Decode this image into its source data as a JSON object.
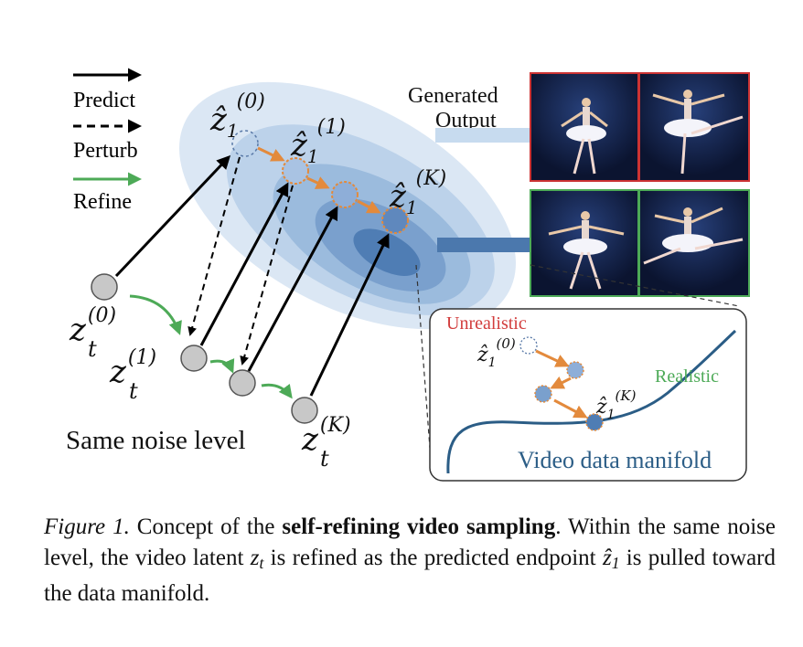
{
  "legend": {
    "predict": "Predict",
    "perturb": "Perturb",
    "refine": "Refine"
  },
  "labels": {
    "z_hat": "ẑ",
    "z": "z",
    "sub_1": "1",
    "sub_t": "t",
    "sup_0": "(0)",
    "sup_1": "(1)",
    "sup_K": "(K)",
    "same_noise_level": "Same noise level",
    "generated_output_line1": "Generated",
    "generated_output_line2": "Output"
  },
  "inset": {
    "unrealistic": "Unrealistic",
    "realistic": "Realistic",
    "manifold": "Video data manifold"
  },
  "caption": {
    "figure_label": "Figure 1.",
    "text_a": " Concept of the ",
    "bold": "self-refining video sampling",
    "text_b": ". Within the same noise level, the video latent ",
    "z_t_base": "z",
    "z_t_sub": "t",
    "text_c": " is refined as the predicted endpoint ",
    "z1_base": "ẑ",
    "z1_sub": "1",
    "text_d": " is pulled toward the data manifold."
  },
  "colors": {
    "ellipse_outer": "#dbe7f4",
    "ellipse_2": "#b3cce6",
    "ellipse_3": "#8db0d6",
    "ellipse_4": "#6d95c4",
    "ellipse_core": "#4a78ad",
    "orange": "#e38a3c",
    "green": "#4daa57",
    "red_frame": "#cc3333",
    "green_frame": "#4daa57",
    "manifold": "#2b5d86",
    "unrealistic": "#d23c3c",
    "realistic": "#4daa57"
  }
}
